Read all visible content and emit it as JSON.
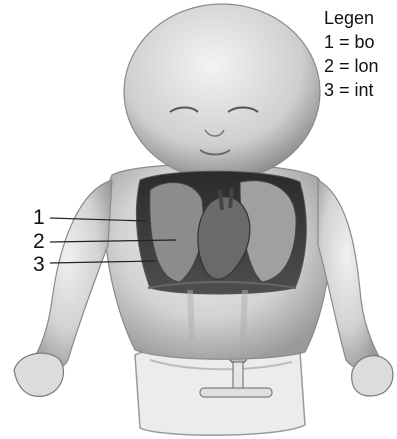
{
  "legend": {
    "title": "Legen",
    "items": [
      "1 = bo",
      "2 = lon",
      "3 = int"
    ]
  },
  "labels": [
    "1",
    "2",
    "3"
  ],
  "colors": {
    "skin": "#d9d9d9",
    "skin_shadow": "#a8a8a8",
    "cavity": "#3a3a3a",
    "lung": "#8c8c8c",
    "heart": "#6a6a6a",
    "diaper": "#ececec"
  }
}
